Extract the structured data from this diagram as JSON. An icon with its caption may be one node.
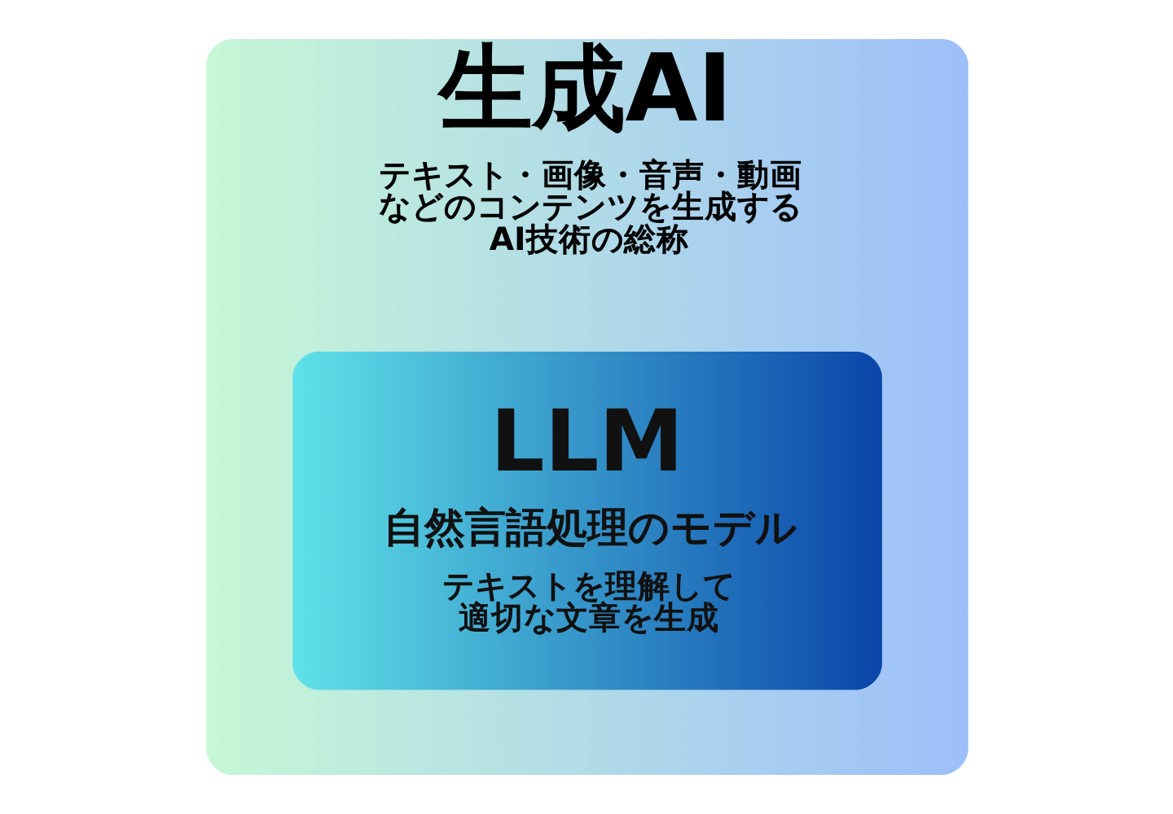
{
  "diagram": {
    "nodes": [
      {
        "text": [
          "生成AI",
          "テキスト・画像・音声・動画などのコンテンツを生成するAI技術の総称"
        ]
      },
      {
        "text": [
          "LLM",
          "自然言語処理のモデル",
          "テキストを理解して適切な文章を生成"
        ],
        "in": 0
      }
    ]
  }
}
